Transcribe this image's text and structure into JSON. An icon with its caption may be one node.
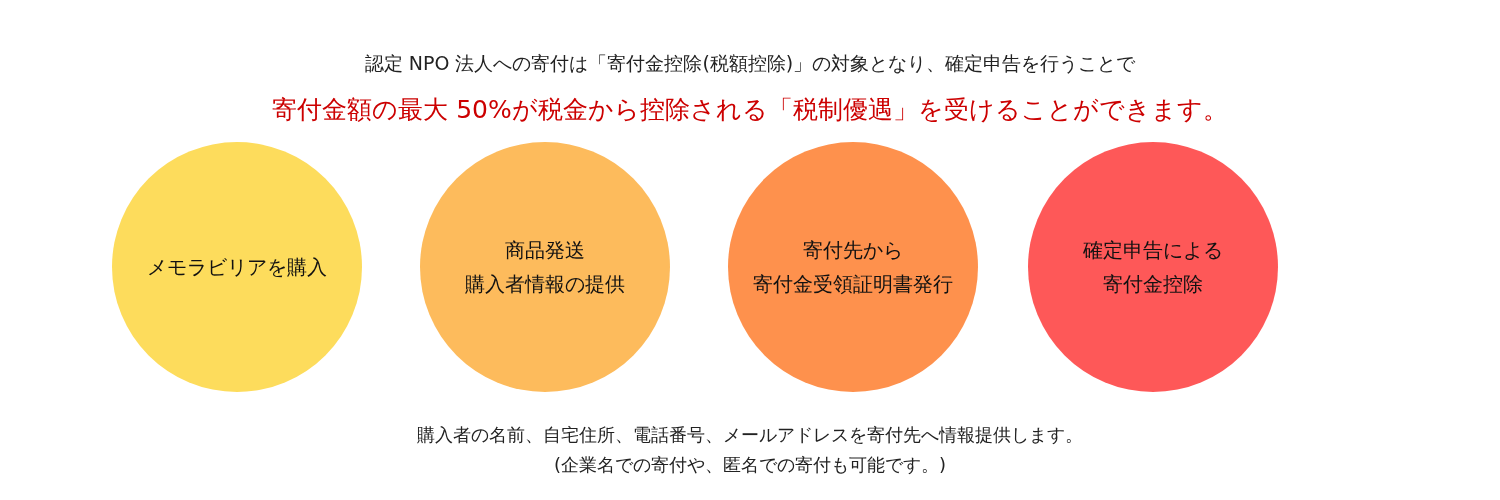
{
  "diagram": {
    "nodes": [
      {
        "text": [
          "メモラビリアを購入"
        ]
      },
      {
        "text": [
          "商品発送",
          "購入者情報の提供"
        ]
      },
      {
        "text": [
          "寄付先から",
          "寄付金受領証明書発行"
        ]
      },
      {
        "text": [
          "確定申告による",
          "寄付金控除"
        ]
      }
    ],
    "labels": [
      "認定 NPO 法人への寄付は「寄付金控除(税額控除)」の対象となり、確定申告を行うことで",
      "寄付金額の最大 50%が税金から控除される「税制優遇」を受けることができます。",
      "購入者の名前、自宅住所、電話番号、メールアドレスを寄付先へ情報提供します。",
      "(企業名での寄付や、匿名での寄付も可能です。)"
    ]
  }
}
